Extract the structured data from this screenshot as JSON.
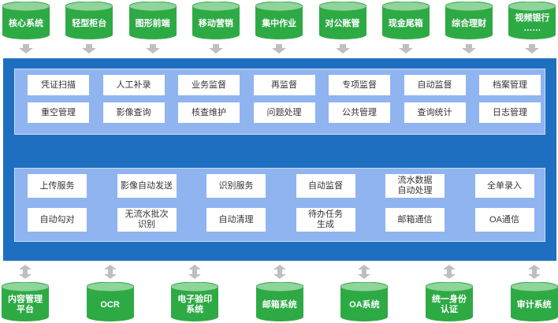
{
  "top_systems": [
    "核心系统",
    "轻型柜台",
    "图形前端",
    "移动营销",
    "集中作业",
    "对公账管",
    "现金尾箱",
    "综合理财",
    "视频银行\n……"
  ],
  "upper_section": {
    "row1": [
      "凭证扫描",
      "人工补录",
      "业务监督",
      "再监督",
      "专项监督",
      "自动监督",
      "档案管理"
    ],
    "row2": [
      "重空管理",
      "影像查询",
      "核查维护",
      "问题处理",
      "公共管理",
      "查询统计",
      "日志管理"
    ]
  },
  "lower_section": {
    "row1": [
      "上传服务",
      "影像自动发送",
      "识别服务",
      "自动监督",
      "流水数据\n自动处理",
      "全单录入"
    ],
    "row2": [
      "自动勾对",
      "无流水批次\n识别",
      "自动清理",
      "待办任务\n生成",
      "邮箱通信",
      "OA通信"
    ]
  },
  "bottom_systems": [
    "内容管理\n平台",
    "OCR",
    "电子验印\n系统",
    "邮箱系统",
    "OA系统",
    "统一身份\n认证",
    "审计系统"
  ],
  "colors": {
    "cylinder_green": "#2eaa45",
    "cylinder_top": "#8fd49a",
    "panel_blue": "#1f6fc1",
    "section_light_blue": "#8fb4f0",
    "arrow_gray": "#bfbfbf"
  }
}
